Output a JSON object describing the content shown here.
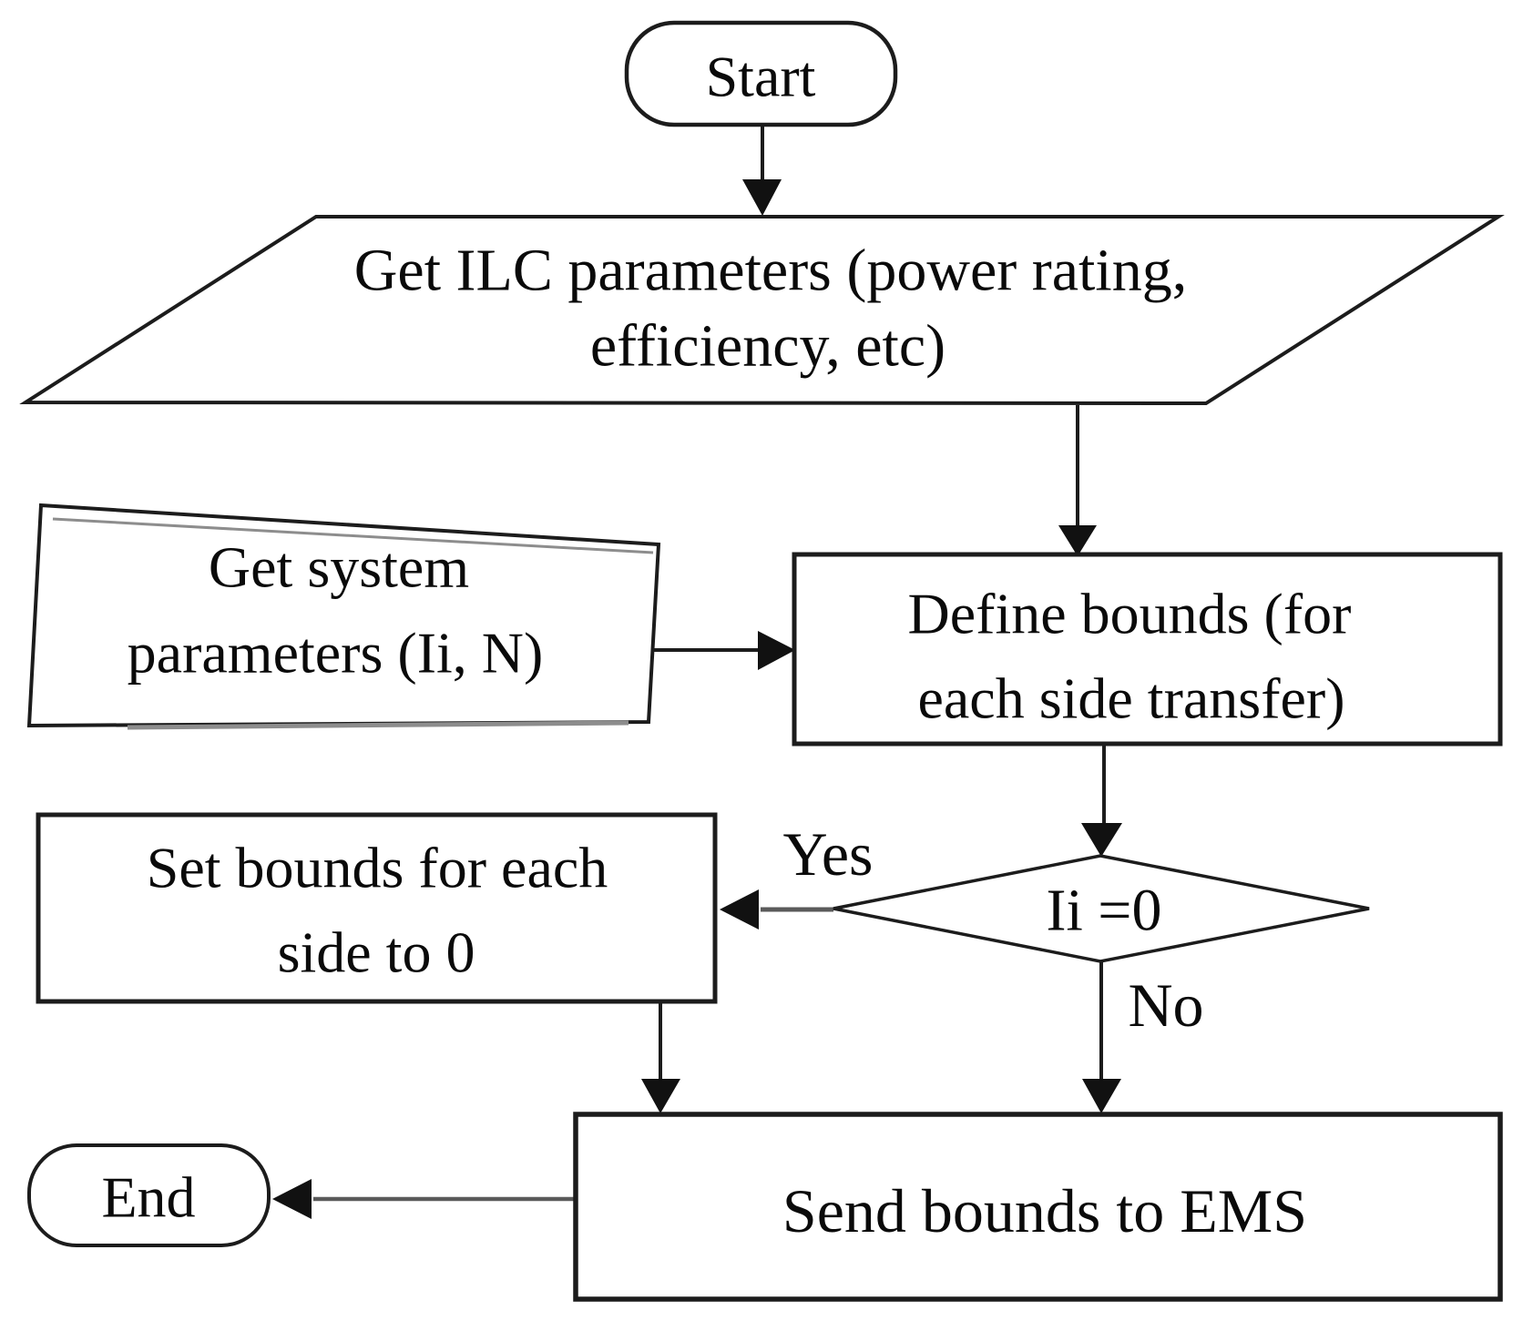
{
  "figure": {
    "background": "#ffffff",
    "ink": "#1c1c1c",
    "sketch_gray": "#8d8d8d"
  },
  "nodes": {
    "start": {
      "label": "Start"
    },
    "get_ilc_parameters": {
      "line1": "Get ILC parameters (power rating,",
      "line2": "efficiency, etc)"
    },
    "get_system_parameters": {
      "line1": "Get system",
      "line2": "parameters (Ii, N)"
    },
    "define_bounds": {
      "line1": "Define bounds (for",
      "line2": "each side transfer)"
    },
    "ii_decision": {
      "label": "Ii =0"
    },
    "set_bounds": {
      "line1": "Set bounds for each",
      "line2": "side to 0"
    },
    "send_bounds": {
      "label": "Send bounds to EMS"
    },
    "end": {
      "label": "End"
    }
  },
  "edges": {
    "yes_label": "Yes",
    "no_label": "No"
  }
}
